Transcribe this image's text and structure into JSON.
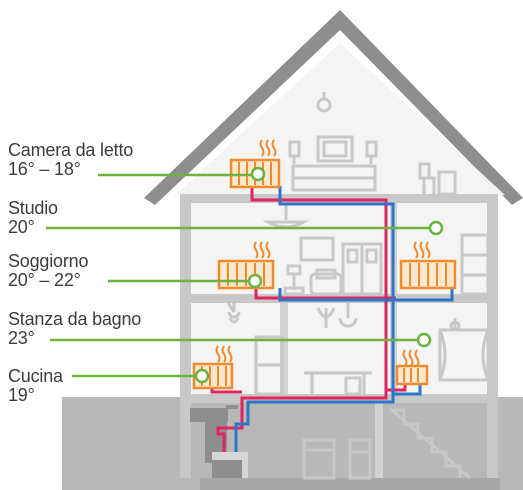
{
  "rooms": [
    {
      "name": "Camera da letto",
      "temp": "16° – 18°"
    },
    {
      "name": "Studio",
      "temp": "20°"
    },
    {
      "name": "Soggiorno",
      "temp": "20° – 22°"
    },
    {
      "name": "Stanza da bagno",
      "temp": "23°"
    },
    {
      "name": "Cucina",
      "temp": "19°"
    }
  ],
  "colors": {
    "wall": "#c8c8c8",
    "roof": "#8e8e8e",
    "ground": "#b8b8b8",
    "pipe_hot": "#e0245e",
    "pipe_cold": "#2e74c9",
    "radiator": "#f08a2a",
    "callout": "#6cb33f",
    "text": "#3c3c3c"
  }
}
